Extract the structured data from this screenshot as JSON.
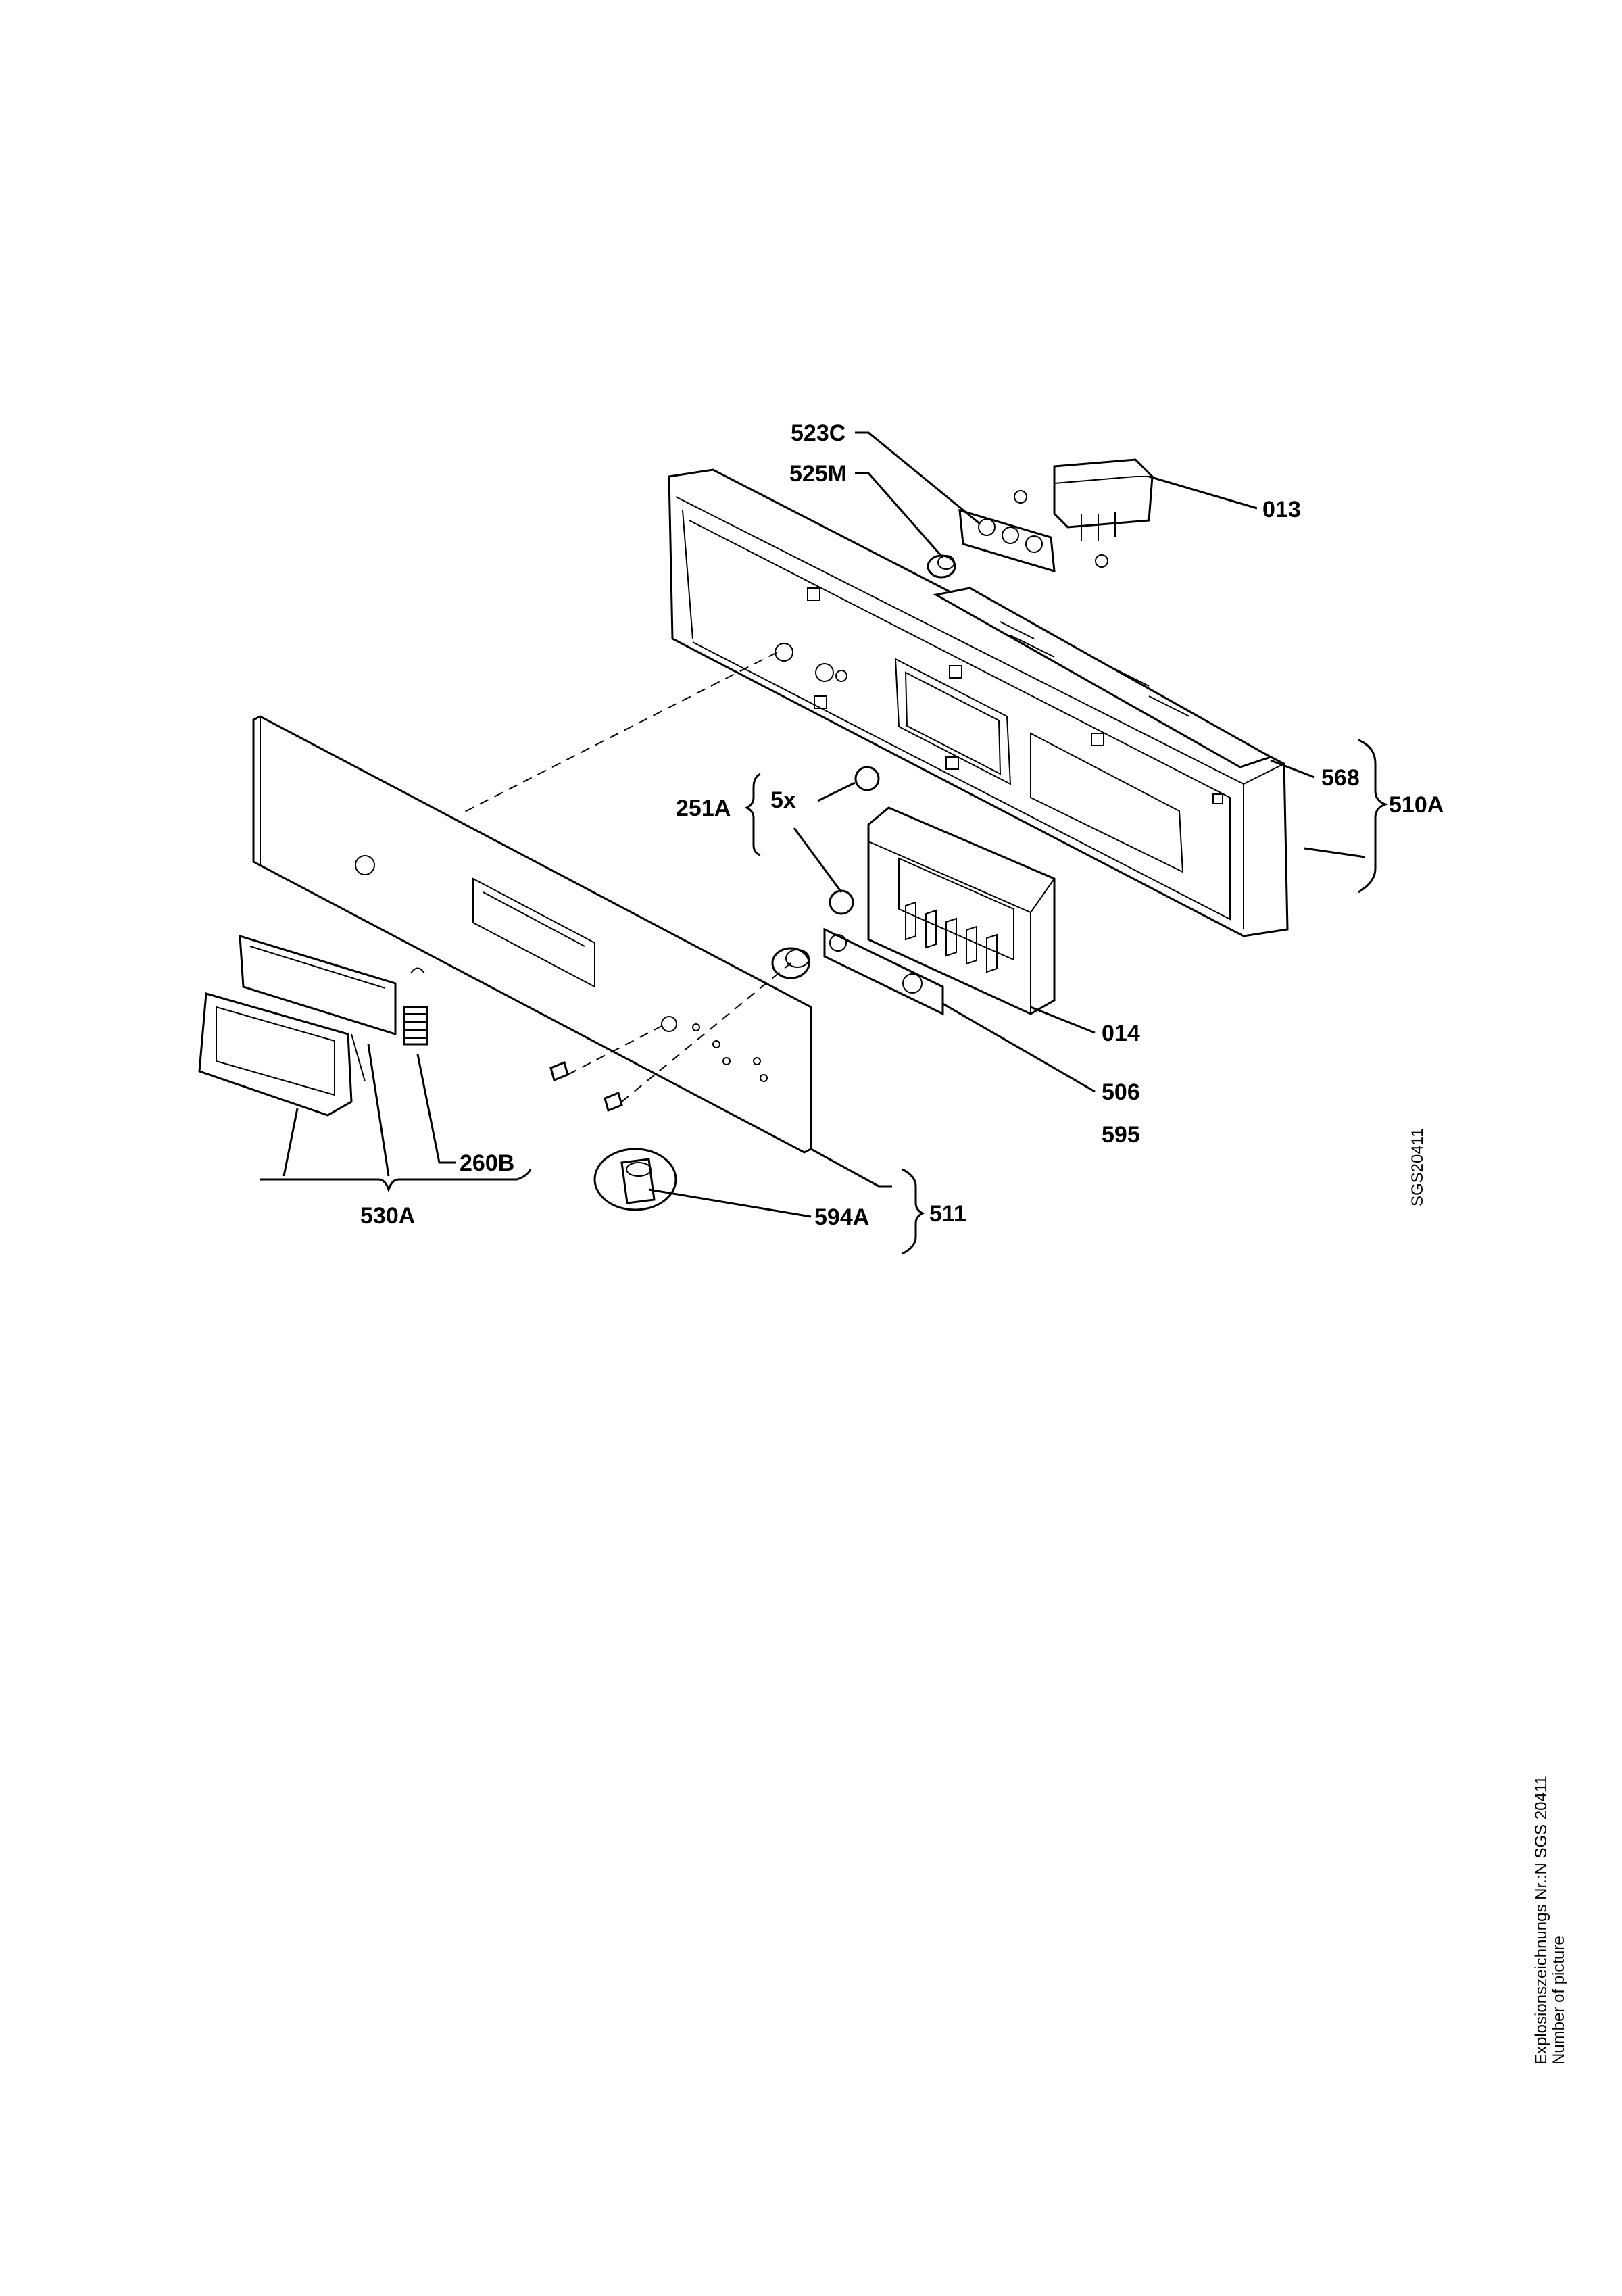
{
  "picture_code": "SGS20411",
  "caption": {
    "line1": "Explosionszeichnungs Nr.:N SGS 20411",
    "line2": "Number of picture"
  },
  "labels": {
    "l523C": "523C",
    "l525M": "525M",
    "l013": "013",
    "l568": "568",
    "l510A": "510A",
    "l251A": "251A",
    "l5x": "5x",
    "l014": "014",
    "l506": "506",
    "l595": "595",
    "l260B": "260B",
    "l530A": "530A",
    "l594A": "594A",
    "l511": "511"
  }
}
